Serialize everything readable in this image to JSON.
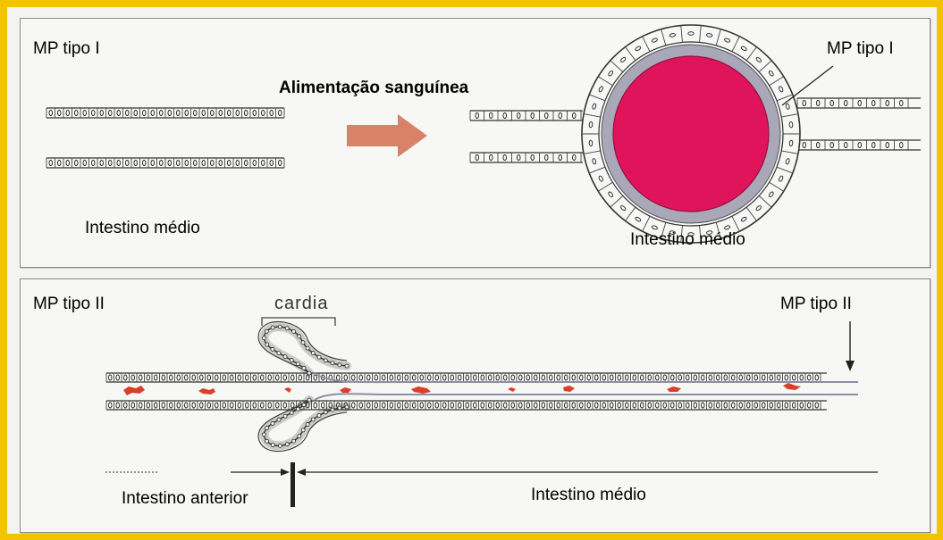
{
  "top_panel": {
    "label_left": "MP  tipo I",
    "label_right": "MP tipo I",
    "arrow_caption": "Alimentação sanguínea",
    "caption_left": "Intestino médio",
    "caption_right": "Intestino médio"
  },
  "bottom_panel": {
    "label_left": "MP  tipo II",
    "label_right": "MP tipo II",
    "cardia_label": "cardia",
    "caption_anterior": "Intestino anterior",
    "caption_middle": "Intestino médio"
  },
  "colors": {
    "background": "#f2c400",
    "blood": "#e0145a",
    "arrow": "#d9826a",
    "membrane": "#a8a8b8",
    "blood_clot": "#d8402a"
  }
}
